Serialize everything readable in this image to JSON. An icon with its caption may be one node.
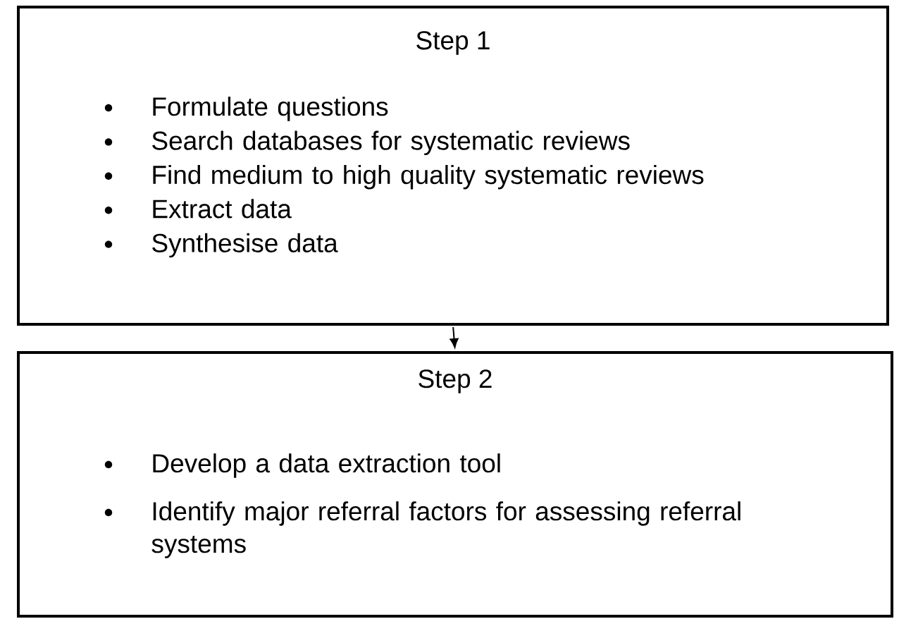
{
  "diagram": {
    "nodes": [
      {
        "text": [
          "Step 1",
          "Formulate questions",
          "Search databases for systematic reviews",
          "Find medium to high quality systematic reviews",
          "Extract data",
          "Synthesise data"
        ]
      },
      {
        "text": [
          "Step 2",
          "Develop a data extraction tool",
          "Identify major referral factors for assessing referral systems"
        ]
      }
    ],
    "edges": [
      {
        "from": 0,
        "to": 1,
        "arrow": "to"
      }
    ]
  }
}
